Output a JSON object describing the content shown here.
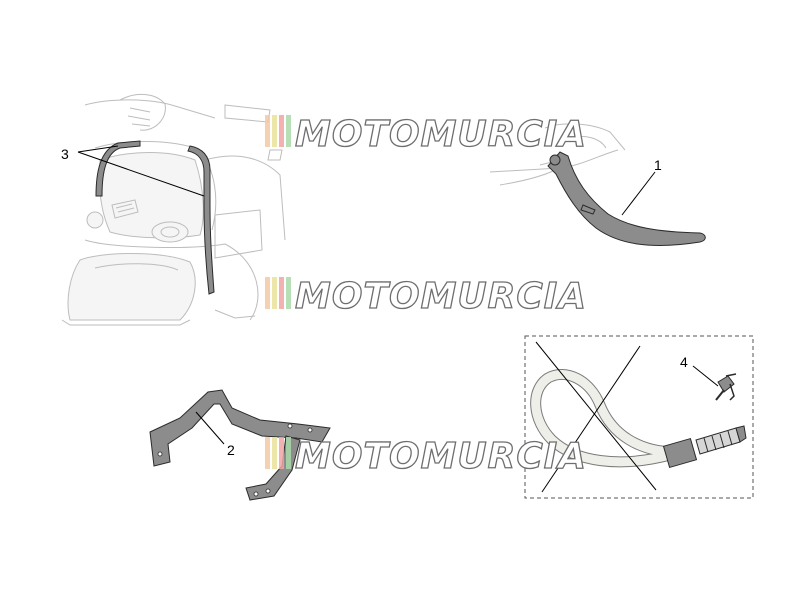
{
  "callouts": {
    "c1": "1",
    "c2": "2",
    "c3": "3",
    "c4": "4"
  },
  "watermark": {
    "text": "MOTOMURCIA",
    "stripe_colors": [
      "#f3c9a3",
      "#e9e39a",
      "#f2a3a3",
      "#a9d9a9"
    ]
  },
  "colors": {
    "part_fill": "#8c8c8c",
    "ghost_line": "#bdbdbd",
    "dashed_box": "#555555"
  }
}
